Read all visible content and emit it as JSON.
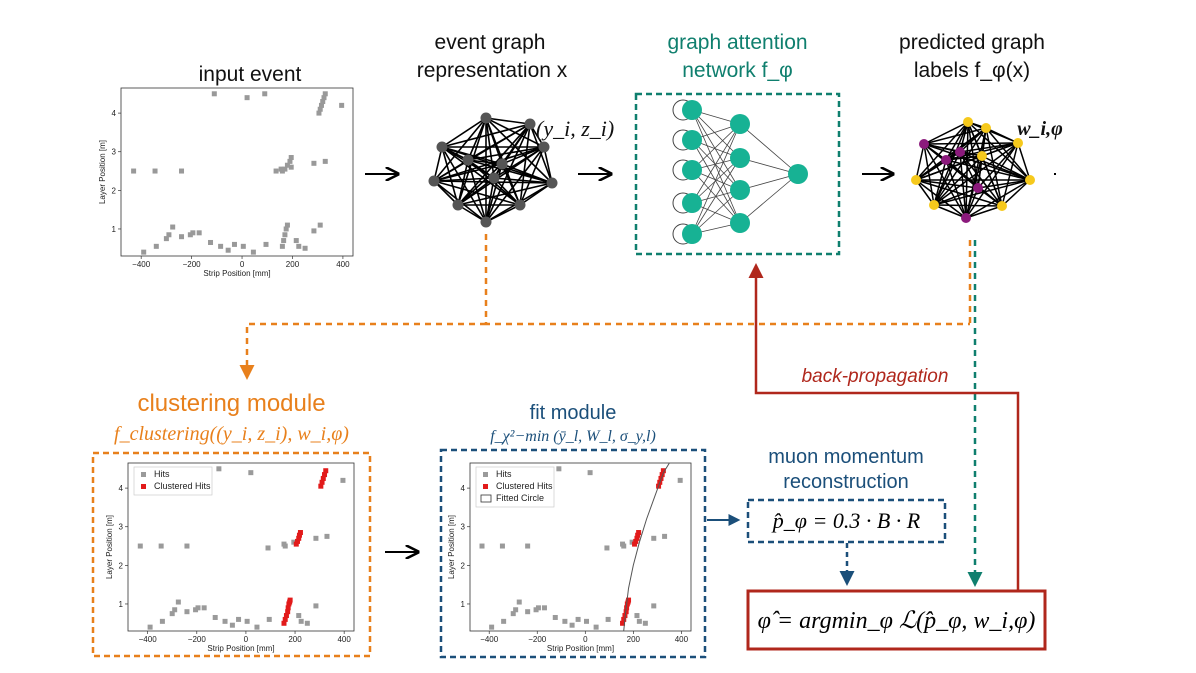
{
  "labels": {
    "input_event": "input event",
    "event_graph_line1": "event graph",
    "event_graph_line2": "representation x",
    "node_coord": "(y_i, z_i)",
    "gat_line1": "graph attention",
    "gat_line2": "network f_φ",
    "predicted_line1": "predicted graph",
    "predicted_line2": "labels f_φ(x)",
    "edge_weight": "w_i,φ",
    "clustering_title": "clustering module",
    "clustering_formula": "f_clustering((y_i, z_i), w_i,φ)",
    "fit_title": "fit module",
    "fit_formula": "f_χ²−min (ȳ_l, W_l, σ_y,l)",
    "muon_line1": "muon momentum",
    "muon_line2": "reconstruction",
    "momentum_eq": "p̂_φ = 0.3 · B · R",
    "argmin_eq": "φ̂ = argmin_φ ℒ(p̂_φ, w_i,φ)",
    "backprop": "back-propagation"
  },
  "colors": {
    "orange": "#e8801c",
    "teal": "#0f7f6e",
    "blue": "#1b4f7a",
    "red": "#b0271c",
    "node_gray": "#555555",
    "nn_node": "#17b294",
    "purple": "#8b1a7c",
    "yellow": "#f6c91c"
  },
  "plot_common": {
    "xlabel": "Strip Position [mm]",
    "ylabel": "Layer Position [m]",
    "xticks": [
      -400,
      -200,
      0,
      200,
      400
    ],
    "yticks": [
      1,
      2,
      3,
      4
    ],
    "xlim": [
      -480,
      440
    ],
    "ylim": [
      0.3,
      4.65
    ]
  },
  "chart_data": [
    {
      "type": "scatter",
      "title": "",
      "xlabel": "Strip Position [mm]",
      "ylabel": "Layer Position [m]",
      "xlim": [
        -480,
        440
      ],
      "ylim": [
        0.3,
        4.65
      ],
      "series": [
        {
          "role": "hits",
          "x": [
            -390,
            -340,
            -300,
            -290,
            -275,
            -240,
            -205,
            -195,
            -170,
            -125,
            -85,
            -55,
            -30,
            5,
            45,
            95,
            -430,
            -345,
            -240,
            135,
            155,
            195,
            285,
            330,
            -110,
            20,
            90,
            395,
            160,
            165,
            170,
            175,
            180,
            215,
            225,
            250,
            285,
            310,
            160,
            170,
            180,
            190,
            195,
            305,
            310,
            315,
            320,
            325,
            330
          ],
          "y": [
            0.4,
            0.55,
            0.75,
            0.85,
            1.05,
            0.8,
            0.85,
            0.9,
            0.9,
            0.65,
            0.55,
            0.45,
            0.6,
            0.55,
            0.4,
            0.6,
            2.5,
            2.5,
            2.5,
            2.5,
            2.55,
            2.6,
            2.7,
            2.75,
            4.5,
            4.4,
            4.5,
            4.2,
            0.55,
            0.7,
            0.85,
            1.0,
            1.1,
            0.7,
            0.55,
            0.5,
            0.95,
            1.1,
            2.5,
            2.55,
            2.65,
            2.75,
            2.85,
            4.0,
            4.1,
            4.2,
            4.3,
            4.4,
            4.5
          ]
        }
      ]
    },
    {
      "type": "scatter",
      "title": "",
      "xlabel": "Strip Position [mm]",
      "ylabel": "Layer Position [m]",
      "legend": [
        "Hits",
        "Clustered Hits"
      ],
      "legend_position": "top-left",
      "xlim": [
        -480,
        440
      ],
      "ylim": [
        0.3,
        4.65
      ],
      "series": [
        {
          "name": "Hits",
          "x": [
            -390,
            -340,
            -300,
            -290,
            -275,
            -240,
            -205,
            -195,
            -170,
            -125,
            -85,
            -55,
            -30,
            5,
            45,
            95,
            -430,
            -345,
            -240,
            90,
            155,
            195,
            285,
            330,
            -110,
            20,
            395,
            215,
            225,
            250,
            285,
            160
          ],
          "y": [
            0.4,
            0.55,
            0.75,
            0.85,
            1.05,
            0.8,
            0.85,
            0.9,
            0.9,
            0.65,
            0.55,
            0.45,
            0.6,
            0.55,
            0.4,
            0.6,
            2.5,
            2.5,
            2.5,
            2.45,
            2.55,
            2.6,
            2.7,
            2.75,
            4.5,
            4.4,
            4.2,
            0.7,
            0.55,
            0.5,
            0.95,
            2.5
          ]
        },
        {
          "name": "Clustered Hits",
          "x": [
            155,
            160,
            165,
            170,
            172,
            175,
            178,
            180,
            205,
            210,
            215,
            218,
            222,
            305,
            310,
            315,
            320,
            325
          ],
          "y": [
            0.5,
            0.6,
            0.7,
            0.8,
            0.9,
            1.0,
            1.05,
            1.1,
            2.55,
            2.62,
            2.7,
            2.78,
            2.85,
            4.05,
            4.15,
            4.25,
            4.35,
            4.45
          ]
        }
      ]
    },
    {
      "type": "scatter",
      "title": "",
      "xlabel": "Strip Position [mm]",
      "ylabel": "Layer Position [m]",
      "legend": [
        "Hits",
        "Clustered Hits",
        "Fitted Circle"
      ],
      "legend_position": "top-left",
      "xlim": [
        -480,
        440
      ],
      "ylim": [
        0.3,
        4.65
      ],
      "series": [
        {
          "name": "Hits",
          "x": [
            -390,
            -340,
            -300,
            -290,
            -275,
            -240,
            -205,
            -195,
            -170,
            -125,
            -85,
            -55,
            -30,
            5,
            45,
            95,
            -430,
            -345,
            -240,
            90,
            155,
            195,
            285,
            330,
            -110,
            20,
            395,
            215,
            225,
            250,
            285,
            160
          ],
          "y": [
            0.4,
            0.55,
            0.75,
            0.85,
            1.05,
            0.8,
            0.85,
            0.9,
            0.9,
            0.65,
            0.55,
            0.45,
            0.6,
            0.55,
            0.4,
            0.6,
            2.5,
            2.5,
            2.5,
            2.45,
            2.55,
            2.6,
            2.7,
            2.75,
            4.5,
            4.4,
            4.2,
            0.7,
            0.55,
            0.5,
            0.95,
            2.5
          ]
        },
        {
          "name": "Clustered Hits",
          "x": [
            155,
            160,
            165,
            170,
            172,
            175,
            178,
            180,
            205,
            210,
            215,
            218,
            222,
            305,
            310,
            315,
            320,
            325
          ],
          "y": [
            0.5,
            0.6,
            0.7,
            0.8,
            0.9,
            1.0,
            1.05,
            1.1,
            2.55,
            2.62,
            2.7,
            2.78,
            2.85,
            4.05,
            4.15,
            4.25,
            4.35,
            4.45
          ]
        },
        {
          "name": "Fitted Circle",
          "x": [
            160,
            168,
            180,
            200,
            225,
            255,
            290,
            325,
            350
          ],
          "y": [
            0.3,
            0.8,
            1.4,
            2.0,
            2.6,
            3.2,
            3.8,
            4.4,
            4.7
          ]
        }
      ]
    }
  ]
}
